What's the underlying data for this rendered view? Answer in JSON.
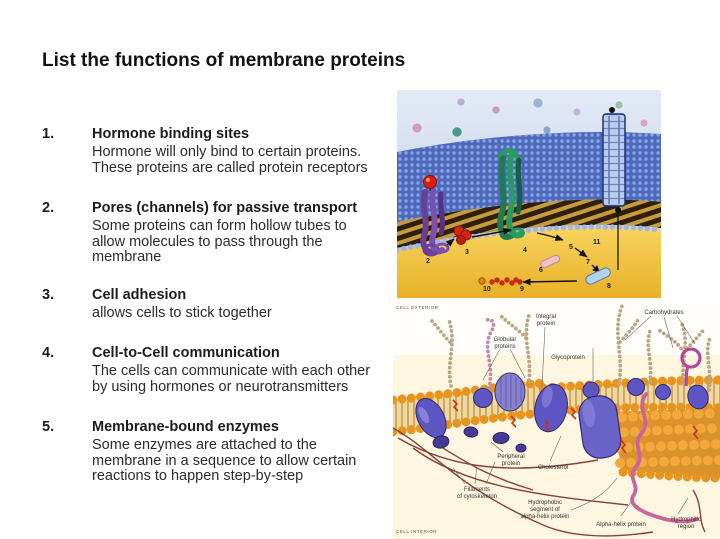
{
  "slide": {
    "title": "List the functions of membrane proteins",
    "items": [
      {
        "num": "1.",
        "heading": "Hormone binding sites",
        "lines": [
          "Hormone will only bind to certain proteins.",
          "These proteins are called protein receptors"
        ]
      },
      {
        "num": "2.",
        "heading": "Pores (channels) for passive transport",
        "lines": [
          "Some proteins can form hollow tubes to",
          "allow molecules to pass through the",
          "membrane"
        ]
      },
      {
        "num": "3.",
        "heading": "Cell adhesion",
        "lines": [
          "allows cells to stick together"
        ]
      },
      {
        "num": "4.",
        "heading": "Cell-to-Cell communication",
        "lines": [
          "The cells can communicate with each other",
          "by using hormones or neurotransmitters"
        ]
      },
      {
        "num": "5.",
        "heading": "Membrane-bound enzymes",
        "lines": [
          "Some enzymes are attached to the",
          "membrane in a sequence to allow certain",
          "reactions to happen step-by-step"
        ]
      }
    ]
  },
  "transport_figure": {
    "description": "Cell membrane passive-transport illustration",
    "steps": [
      "2",
      "3",
      "4",
      "5",
      "6",
      "7",
      "8",
      "9",
      "10",
      "11"
    ]
  },
  "mosaic_figure": {
    "description": "Fluid mosaic model of the cell membrane",
    "labels": {
      "cell_exterior": "CELL EXTERIOR",
      "globular": [
        "Globular",
        "proteins"
      ],
      "integral": [
        "Integral",
        "protein"
      ],
      "glycoprotein": "Glycoprotein",
      "carbohydrates": "Carbohydrates",
      "peripheral": [
        "Peripheral",
        "protein"
      ],
      "cholesterol": "Cholesterol",
      "filaments": [
        "Filaments",
        "of cytoskeleton"
      ],
      "hydrophobic": [
        "Hydrophobic",
        "segment of",
        "alpha-helix protein"
      ],
      "alpha_helix": "Alpha-helix protein",
      "hydrophilic": [
        "Hydrophilic",
        "region"
      ],
      "cell_interior": "CELL INTERIOR"
    }
  },
  "colors": {
    "background": "#ffffff",
    "text": "#1c1c1c",
    "membrane_blue": "#4c69bd",
    "cytoplasm_gold": "#eebb33",
    "lipid_orange": "#e8951f",
    "protein_purple": "#5d55c2"
  }
}
